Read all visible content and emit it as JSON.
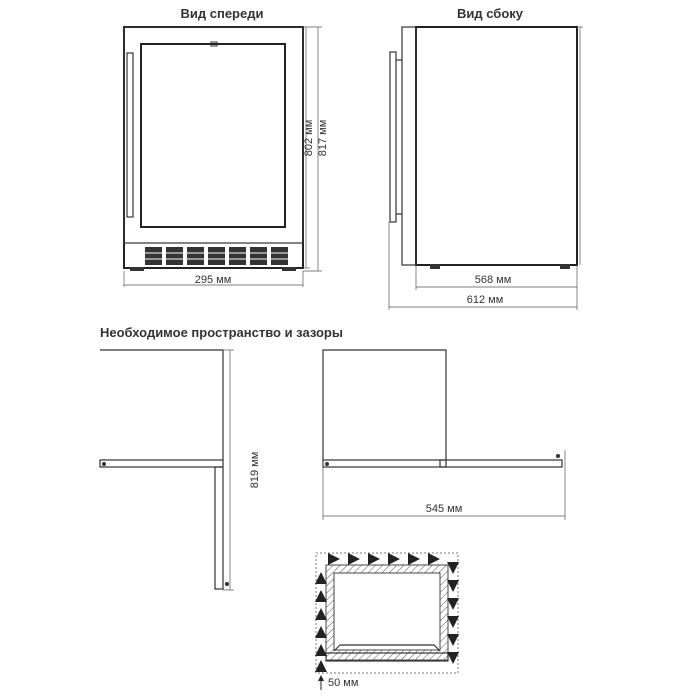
{
  "titles": {
    "front_view": "Вид спереди",
    "side_view": "Вид сбоку",
    "clearance": "Необходимое пространство и зазоры"
  },
  "dimensions": {
    "front_width": "295 мм",
    "front_height_body": "802 мм",
    "front_height_total": "817 мм",
    "side_depth_body": "568 мм",
    "side_depth_total": "612 мм",
    "door_open_depth": "819 мм",
    "door_open_side": "545 мм",
    "ventilation_gap": "50 мм"
  }
}
